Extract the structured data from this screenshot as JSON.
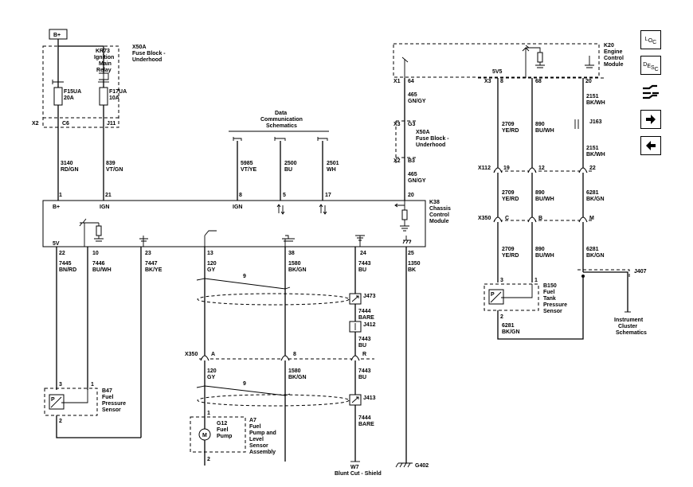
{
  "side_buttons": {
    "loc": {
      "l1": "L",
      "l2": "O",
      "l3": "C"
    },
    "desc": {
      "l1": "D",
      "l2": "E",
      "l3": "S",
      "l4": "C"
    }
  },
  "bplus": {
    "label": "B+"
  },
  "fuse_block_left": {
    "id": "X50A",
    "l1": "Fuse Block -",
    "l2": "Underhood",
    "relay_id": "KR73",
    "relay_l1": "Ignition",
    "relay_l2": "Main",
    "relay_l3": "Relay",
    "fuse1_id": "F15UA",
    "fuse1_rating": "20A",
    "fuse2_id": "F17UA",
    "fuse2_rating": "10A",
    "conn_x2": "X2",
    "pin_c6": "C6",
    "pin_j11": "J11"
  },
  "wires_left": {
    "w3140_num": "3140",
    "w3140_col": "RD/GN",
    "w839_num": "839",
    "w839_col": "VT/GN"
  },
  "data_comm": {
    "l1": "Data",
    "l2": "Communication",
    "l3": "Schematics"
  },
  "wires_data": {
    "w5985_num": "5985",
    "w5985_col": "VT/YE",
    "w2500_num": "2500",
    "w2500_col": "BU",
    "w2501_num": "2501",
    "w2501_col": "WH"
  },
  "fuse_block_mid": {
    "pin_x1": "X1",
    "pin_64": "64",
    "w465a_num": "465",
    "w465a_col": "GN/GY",
    "conn_x3": "X3",
    "pin_g3": "G3",
    "id": "X50A",
    "l1": "Fuse Block -",
    "l2": "Underhood",
    "conn_x2": "X2",
    "pin_b3": "B3",
    "w465b_num": "465",
    "w465b_col": "GN/GY"
  },
  "k38": {
    "l1": "K38",
    "l2": "Chassis",
    "l3": "Control",
    "l4": "Module",
    "pin1": "1",
    "pin21": "21",
    "pin8": "8",
    "pin5": "5",
    "pin17": "17",
    "pin20": "20",
    "lbl_bplus": "B+",
    "lbl_ign": "IGN",
    "lbl_ign2": "IGN",
    "lbl_5v": "5V",
    "pin22": "22",
    "pin10": "10",
    "pin23": "23",
    "pin13": "13",
    "pin38": "38",
    "pin24": "24",
    "pin25": "25"
  },
  "wires_bottom": {
    "w7445_num": "7445",
    "w7445_col": "BN/RD",
    "w7446_num": "7446",
    "w7446_col": "BU/WH",
    "w7447_num": "7447",
    "w7447_col": "BK/YE",
    "w120a_num": "120",
    "w120a_col": "GY",
    "w1580a_num": "1580",
    "w1580a_col": "BK/GN",
    "w7443a_num": "7443",
    "w7443a_col": "BU",
    "w1350_num": "1350",
    "w1350_col": "BK",
    "twist1": "9",
    "j473": "J473",
    "w7444a_num": "7444",
    "w7444a_col": "BARE",
    "j412": "J412",
    "w7443b_num": "7443",
    "w7443b_col": "BU",
    "x350": "X350",
    "pin_a": "A",
    "pin_8": "8",
    "pin_r": "R",
    "w120b_num": "120",
    "w120b_col": "GY",
    "w1580b_num": "1580",
    "w1580b_col": "BK/GN",
    "w7443c_num": "7443",
    "w7443c_col": "BU",
    "twist2": "9",
    "j413": "J413",
    "w7444b_num": "7444",
    "w7444b_col": "BARE",
    "w7_id": "W7",
    "w7_label": "Blunt Cut - Shield",
    "g402": "G402"
  },
  "b47": {
    "l1": "B47",
    "l2": "Fuel",
    "l3": "Pressure",
    "l4": "Sensor",
    "pin3": "3",
    "pin1": "1",
    "pin2": "2",
    "symbol": "P"
  },
  "a7": {
    "pin1": "1",
    "pin2": "2",
    "g12_id": "G12",
    "g12_l1": "Fuel",
    "g12_l2": "Pump",
    "motor": "M",
    "l1": "A7",
    "l2": "Fuel",
    "l3": "Pump and",
    "l4": "Level",
    "l5": "Sensor",
    "l6": "Assembly"
  },
  "k20": {
    "l1": "K20",
    "l2": "Engine",
    "l3": "Control",
    "l4": "Module",
    "lbl_5v": "5V5",
    "conn_x3": "X3",
    "pin8": "8",
    "pin68": "68",
    "pin20": "20"
  },
  "wires_right": {
    "w2151a_num": "2151",
    "w2151a_col": "BK/WH",
    "w2709a_num": "2709",
    "w2709a_col": "YE/RD",
    "w890a_num": "890",
    "w890a_col": "BU/WH",
    "j163": "J163",
    "w2151b_num": "2151",
    "w2151b_col": "BK/WH",
    "x112": "X112",
    "pin19": "19",
    "pin12": "12",
    "pin22": "22",
    "w2709b_num": "2709",
    "w2709b_col": "YE/RD",
    "w890b_num": "890",
    "w890b_col": "BU/WH",
    "w6281a_num": "6281",
    "w6281a_col": "BK/GN",
    "x350": "X350",
    "pin_c": "C",
    "pin_b": "B",
    "pin_m": "M",
    "w2709c_num": "2709",
    "w2709c_col": "YE/RD",
    "w890c_num": "890",
    "w890c_col": "BU/WH",
    "w6281b_num": "6281",
    "w6281b_col": "BK/GN",
    "j407": "J407",
    "w6281c_num": "6281",
    "w6281c_col": "BK/GN"
  },
  "b150": {
    "pin3": "3",
    "pin1": "1",
    "pin2": "2",
    "l1": "B150",
    "l2": "Fuel",
    "l3": "Tank",
    "l4": "Pressure",
    "l5": "Sensor",
    "symbol": "P"
  },
  "ipc": {
    "l1": "Instrument",
    "l2": "Cluster",
    "l3": "Schematics"
  }
}
